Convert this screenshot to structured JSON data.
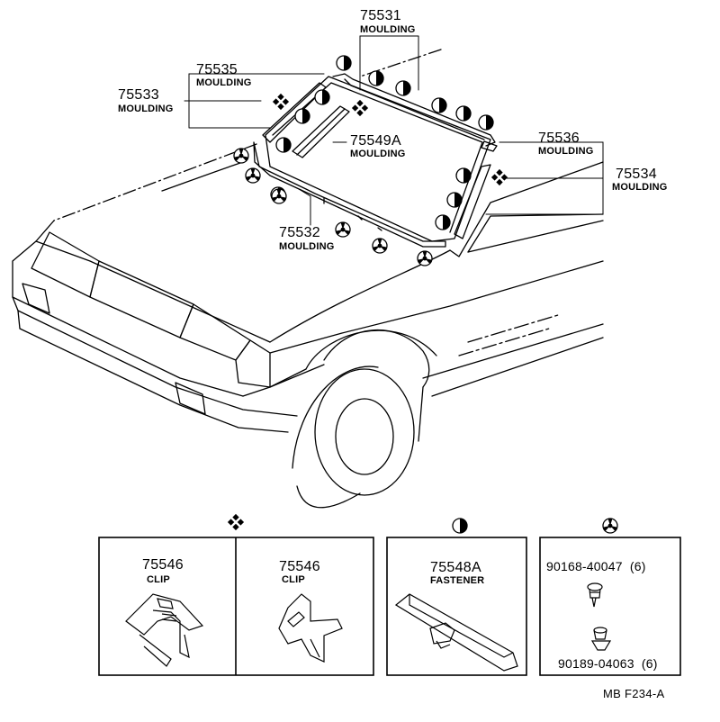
{
  "callouts": {
    "p75531": {
      "number": "75531",
      "name": "MOULDING"
    },
    "p75535": {
      "number": "75535",
      "name": "MOULDING"
    },
    "p75533": {
      "number": "75533",
      "name": "MOULDING"
    },
    "p75549A": {
      "number": "75549A",
      "name": "MOULDING"
    },
    "p75536": {
      "number": "75536",
      "name": "MOULDING"
    },
    "p75534": {
      "number": "75534",
      "name": "MOULDING"
    },
    "p75532": {
      "number": "75532",
      "name": "MOULDING"
    }
  },
  "detail_boxes": {
    "clip_a": {
      "number": "75546",
      "name": "CLIP"
    },
    "clip_b": {
      "number": "75546",
      "name": "CLIP"
    },
    "fastener": {
      "number": "75548A",
      "name": "FASTENER"
    },
    "screw": {
      "number": "90168-40047",
      "qty": "(6)"
    },
    "nut": {
      "number": "90189-04063",
      "qty": "(6)"
    }
  },
  "symbols": {
    "clip_symbol": "diamond-cluster-icon",
    "fastener_symbol": "half-circle-icon",
    "screw_symbol": "tri-circle-icon"
  },
  "figure_ref": "MB F234-A"
}
